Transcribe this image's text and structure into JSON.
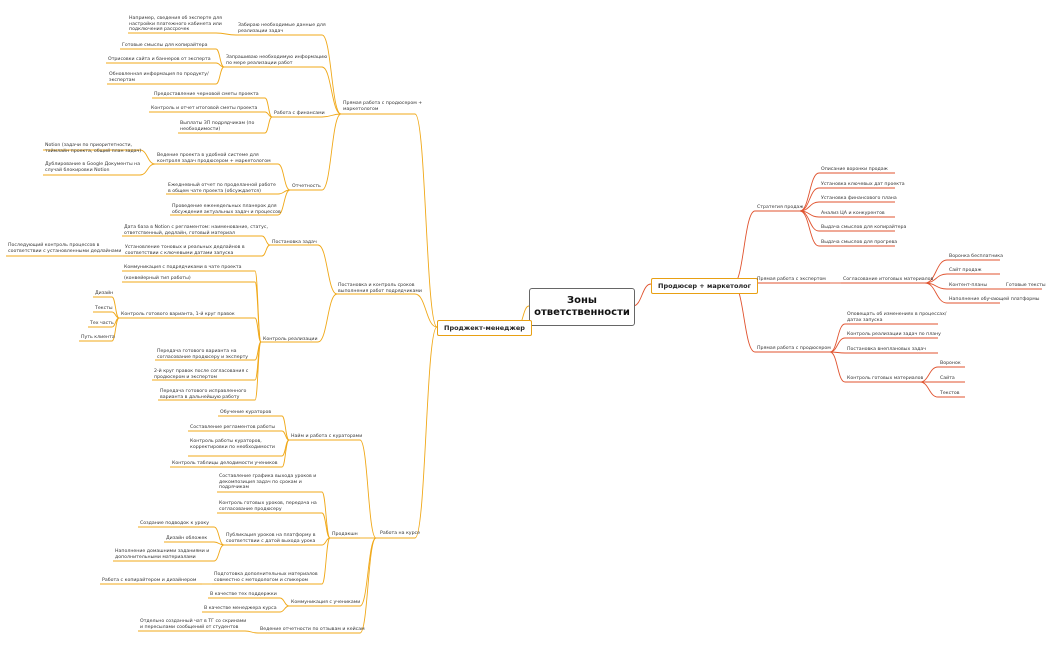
{
  "root": "Зоны\nответственности",
  "branches": {
    "pm": "Проджект-менеджер",
    "pp": "Продюсер + маркетолог"
  },
  "nodes": {
    "n_direct": "Прямая работа с продюсером +\nмаркетологом",
    "n_collect": "Забираю необходимые данные для\nреализации задач",
    "n_collect1": "Например, сведения об эксперте для\nнастройки платежного кабинета или\nподключения рассрочек",
    "n_request": "Запрашиваю необходимую информацию\nпо мере реализации работ",
    "n_req1": "Готовые смыслы для копирайтера",
    "n_req2": "Отрисовки сайта и баннеров от эксперта",
    "n_req3": "Обновленная информация по продукту/\nэкспертам",
    "n_fin": "Работа с финансами",
    "n_fin1": "Предоставление черновой сметы проекта",
    "n_fin2": "Контроль и отчет итоговой сметы проекта",
    "n_fin3": "Выплаты ЗП подрядчикам (по\nнеобходимости)",
    "n_report": "Отчетность",
    "n_rep1": "Ведение проекта в удобной системе для\nконтроля задач продюсером + маркетологом",
    "n_rep1a": "Notion (задачи по приоритетности,\nтаймлайн проекта, общий план задач)",
    "n_rep1b": "Дублирование в Google Документы на\nслучай блокировки Notion",
    "n_rep2": "Ежедневный отчет по проделанной работе\nв общем чате проекта (обсуждается)",
    "n_rep3": "Проведение еженедельных планерок для\nобсуждения актуальных задач и процессов",
    "n_control": "Постановка и контроль сроков\nвыполнения работ подрядчиками",
    "n_task": "Постановка задач",
    "n_task1": "Дата база в Notion с регламентом: наименование, статус,\nответственный, дедлайн, готовый материал",
    "n_task2": "Установление тоновых и реальных дедлайнов в\nсоответствии с ключевыми датами запуска",
    "n_task2a": "Последующий контроль процессов в\nсоответствии с установленными дедлайнами",
    "n_real": "Контроль реализации",
    "n_real1": "Коммуникация с подрядчиками в чате проекта",
    "n_real2": "(конвейерный тип работы)",
    "n_real3": "Контроль готового варианта, 1-й круг правок",
    "n_real3a": "Дизайн",
    "n_real3b": "Тексты",
    "n_real3c": "Тех часть",
    "n_real3d": "Путь клиента",
    "n_real4": "Передача готового варианта на\nсогласование продюсеру и эксперту",
    "n_real5": "2-й круг правок после согласования с\nпродюсером и экспертом",
    "n_real6": "Передача готового исправленного\nварианта в дальнейшую работу",
    "n_course": "Работа на курсе",
    "n_cur": "Найм и работа с кураторами",
    "n_cur1": "Обучение кураторов",
    "n_cur2": "Составление регламентов работы",
    "n_cur3": "Контроль работы кураторов,\nкорректировки по необходимости",
    "n_cur4": "Контроль таблицы делодимости учеников",
    "n_prod": "Продакшн",
    "n_prod1": "Составление графика выхода уроков и\nдекомпозиция задач по срокам и\nподрячикам",
    "n_prod2": "Контроль готовых уроков, передача на\nсогласование продюсеру",
    "n_prod3": "Публикация уроков на платформу в\nсоответствии с датой выхода урока",
    "n_prod3a": "Создание подводок к уроку",
    "n_prod3b": "Дизайн обложек",
    "n_prod3c": "Наполнение домашними заданиями и\nдополнительными материалами",
    "n_prod4": "Подготовка дополнительных материалов\nсовместно с методологом и спикером",
    "n_prod4a": "Работа с копирайтером и дизайнером",
    "n_comm": "Коммуникация с учениками",
    "n_comm1": "В качестве тех поддержки",
    "n_comm2": "В качестве менеджера курса",
    "n_feed": "Ведение отчетности по отзывам и кейсам",
    "n_feed1": "Отдельно созданный чат в ТГ со скринами\nи пересылами сообщений от студентов",
    "r_strat": "Стратегия продаж",
    "r_strat1": "Описание воронки продаж",
    "r_strat2": "Установка ключевых дат проекта",
    "r_strat3": "Установка финансового плана",
    "r_strat4": "Анализ ЦА и конкурентов",
    "r_strat5": "Выдача смыслов для копирайтера",
    "r_strat6": "Выдача смыслов для прогрева",
    "r_exp": "Прямая работа с экспертом",
    "r_exp1": "Согласование итоговых материалов",
    "r_exp1a": "Воронка бесплатника",
    "r_exp1b": "Сайт продаж",
    "r_exp1c": "Контент-планы",
    "r_exp1c1": "Готовые тексты",
    "r_exp1d": "Наполнение обучающей платформы",
    "r_prod": "Прямая работа с продюсером",
    "r_prod1": "Оповещать об изменениях в процессах/\nдатах запуска",
    "r_prod2": "Контроль реализации задач по плану",
    "r_prod3": "Постановка внеплановых задач",
    "r_prod4": "Контроль готовых материалов",
    "r_prod4a": "Воронок",
    "r_prod4b": "Сайта",
    "r_prod4c": "Текстов"
  }
}
